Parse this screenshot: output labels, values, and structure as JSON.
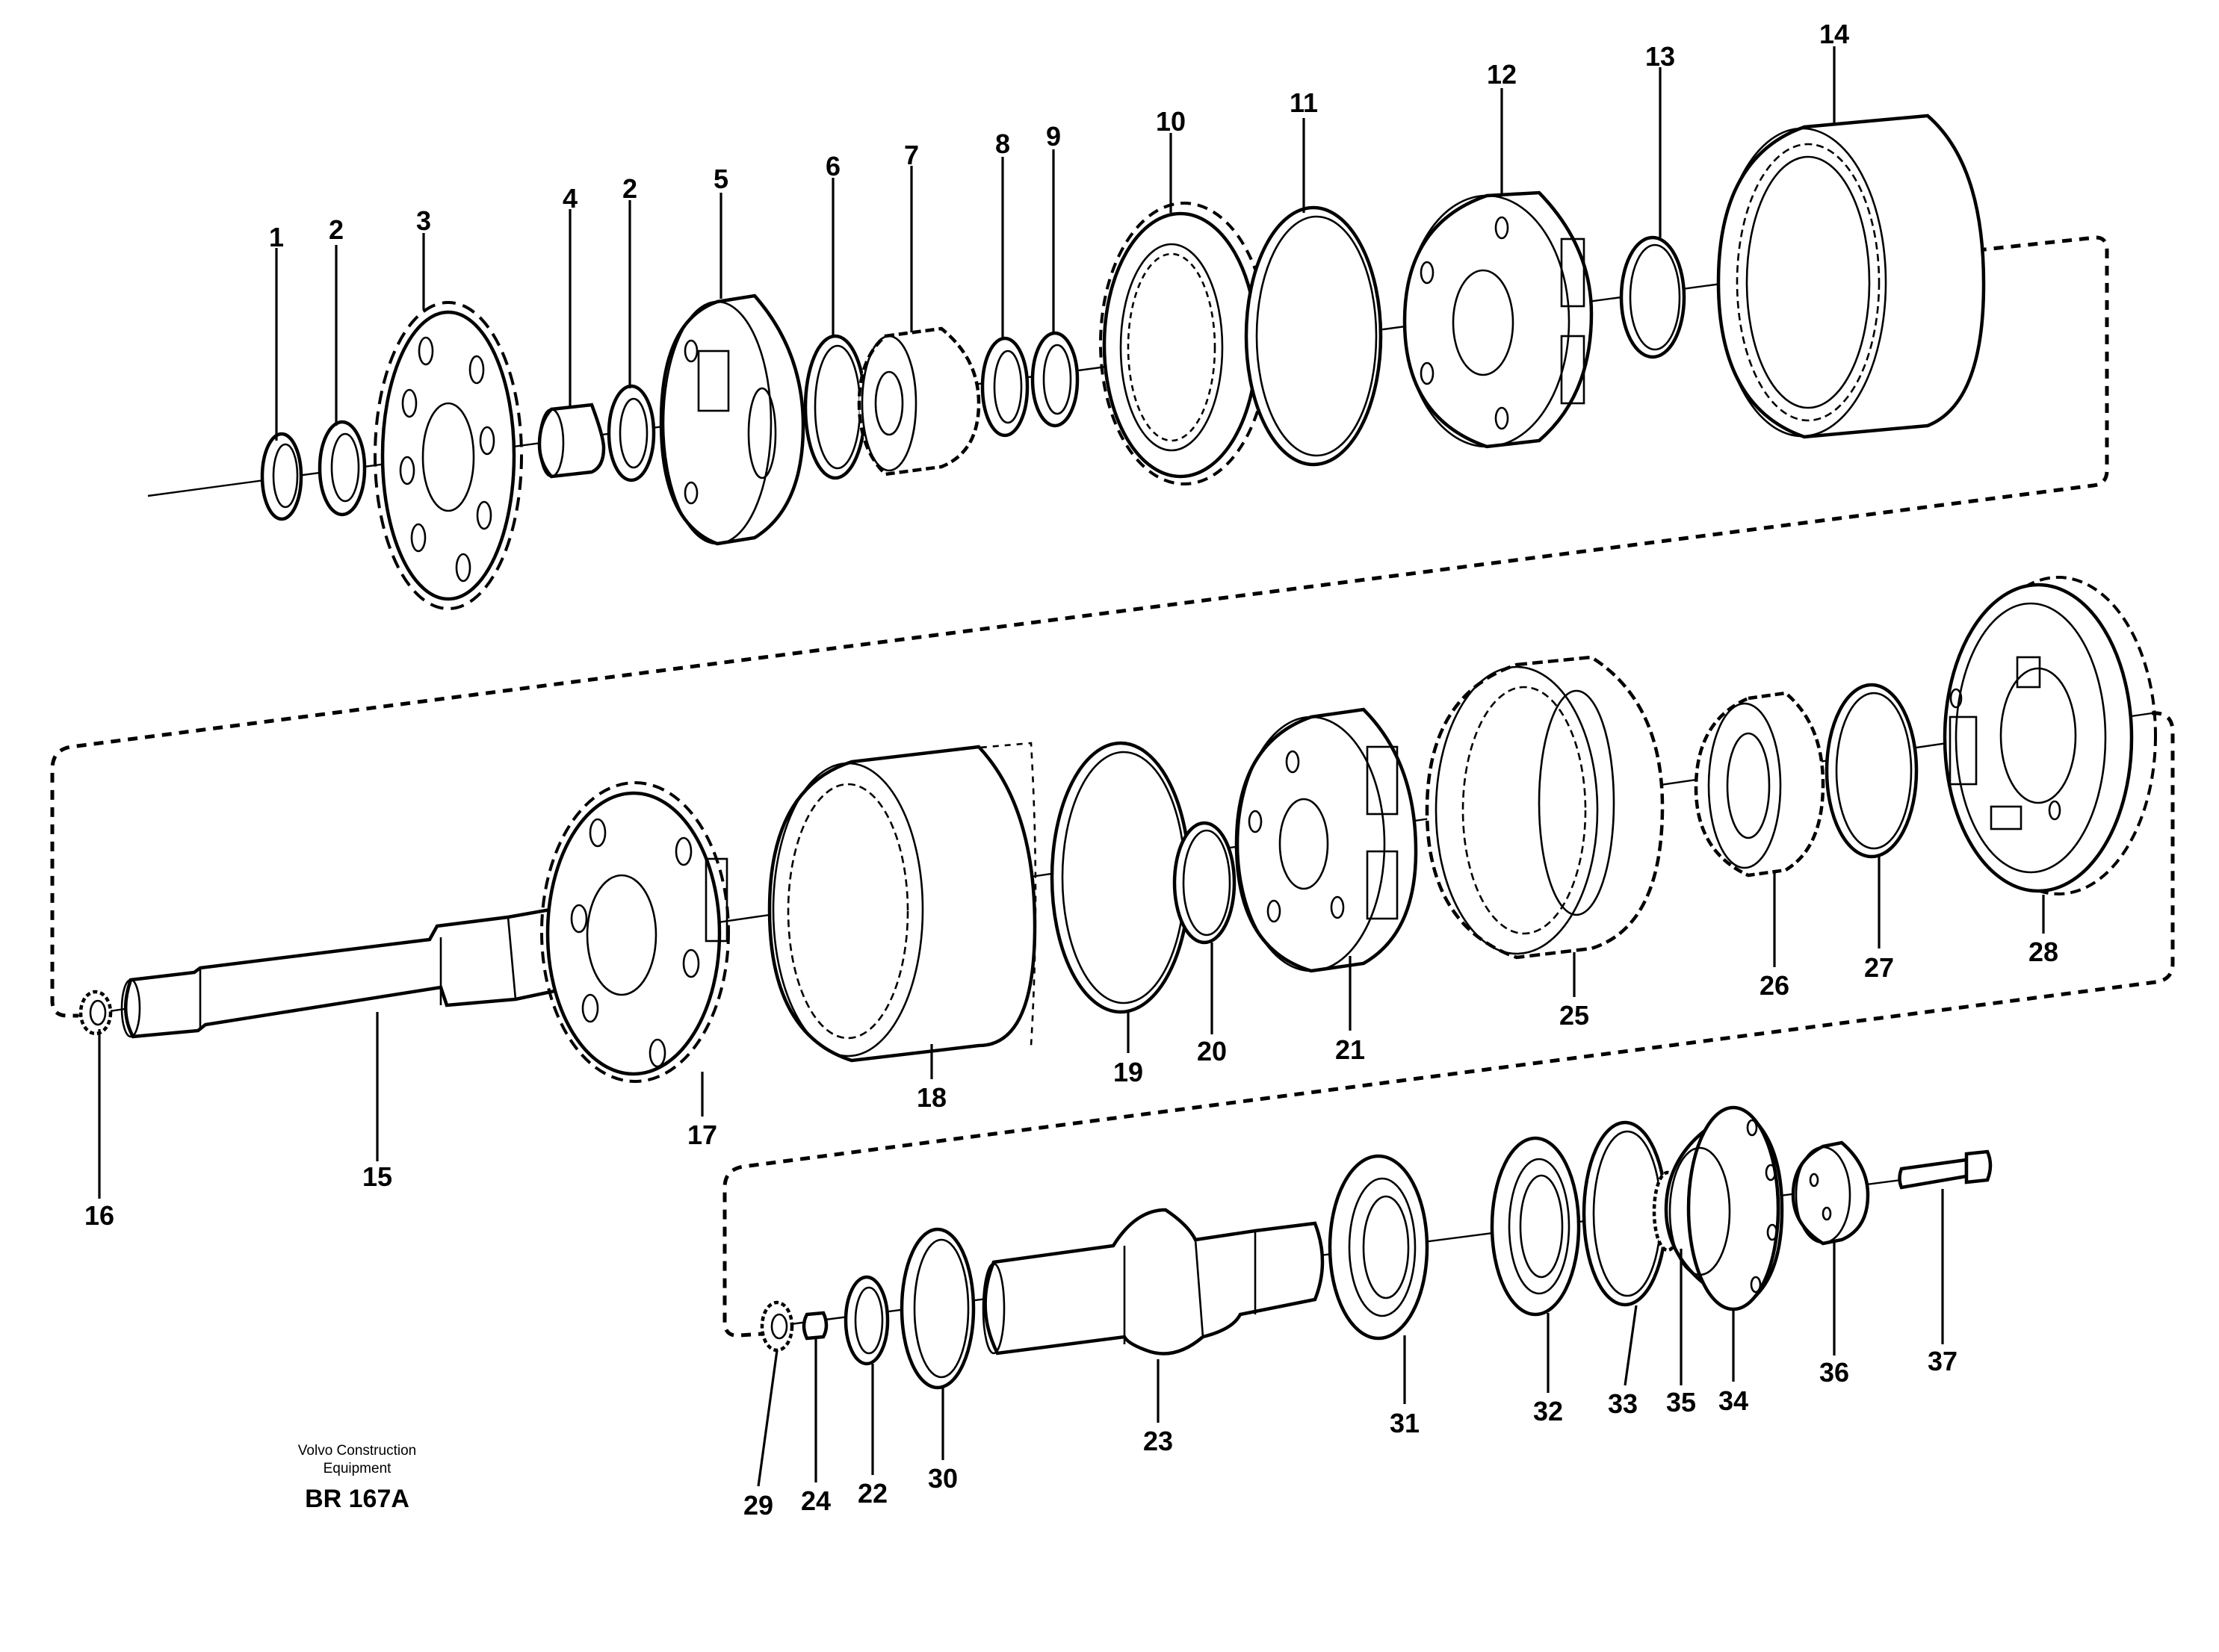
{
  "diagram": {
    "caption_line1": "Volvo Construction",
    "caption_line2": "Equipment",
    "reference": "BR 167A"
  },
  "callouts": [
    "1",
    "2",
    "3",
    "4",
    "2",
    "5",
    "6",
    "7",
    "8",
    "9",
    "10",
    "11",
    "12",
    "13",
    "14",
    "15",
    "16",
    "17",
    "18",
    "19",
    "20",
    "21",
    "25",
    "26",
    "27",
    "28",
    "23",
    "29",
    "24",
    "22",
    "30",
    "31",
    "32",
    "33",
    "35",
    "34",
    "36",
    "37"
  ]
}
